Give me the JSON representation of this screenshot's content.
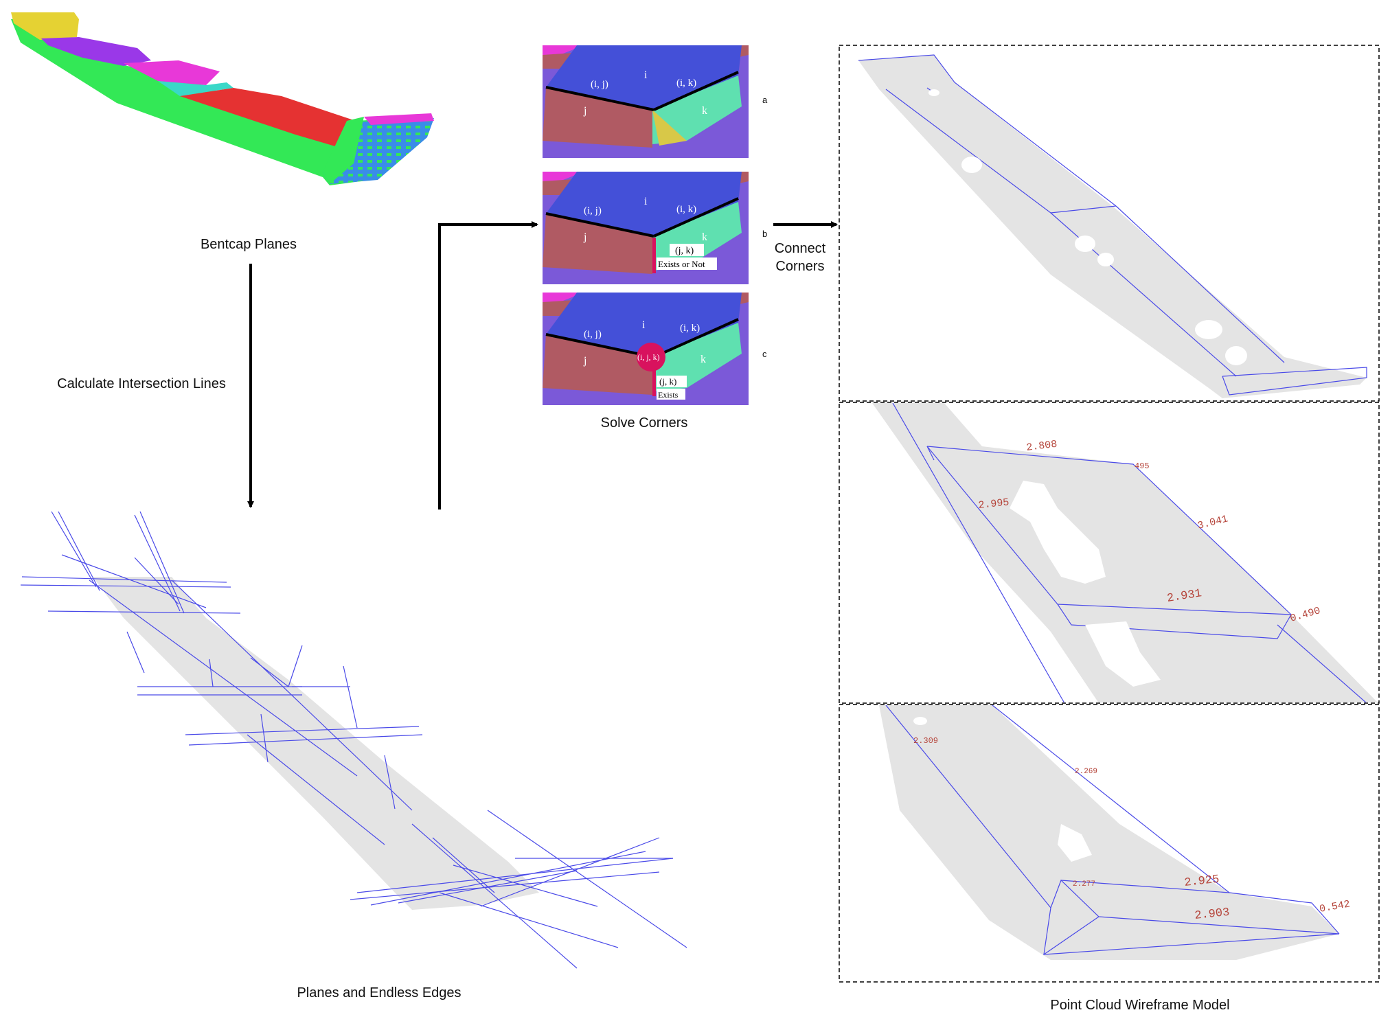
{
  "labels": {
    "bentcap_planes": "Bentcap Planes",
    "calc_intersection": "Calculate Intersection Lines",
    "planes_endless": "Planes and Endless Edges",
    "solve_corners": "Solve Corners",
    "connect_corners_1": "Connect",
    "connect_corners_2": "Corners",
    "wireframe_model": "Point Cloud Wireframe Model"
  },
  "corner_panels": {
    "a": {
      "tag": "a",
      "top": "i",
      "left": "j",
      "right": "k",
      "edge_ij": "(i, j)",
      "edge_ik": "(i, k)"
    },
    "b": {
      "tag": "b",
      "top": "i",
      "left": "j",
      "right": "k",
      "edge_ij": "(i, j)",
      "edge_ik": "(i, k)",
      "edge_jk": "(j, k)",
      "status": "Exists or Not"
    },
    "c": {
      "tag": "c",
      "top": "i",
      "left": "j",
      "right": "k",
      "edge_ij": "(i, j)",
      "edge_ik": "(i, k)",
      "edge_jk": "(j, k)",
      "status": "Exists",
      "corner": "(i, j, k)"
    }
  },
  "dimensions": {
    "mid": [
      "2.808",
      "2.995",
      "3.041",
      "2.931",
      "0.490",
      "495"
    ],
    "bottom": [
      "2.309",
      "2.269",
      "2.925",
      "2.903",
      "0.542",
      "2.277"
    ]
  },
  "colors": {
    "plane_grey": "#e4e4e4",
    "edge_blue": "#4a4ae8",
    "dim_red": "#b5443a",
    "green": "#33e856",
    "purple": "#9a38e8",
    "yellow": "#e5d233",
    "red": "#e53232",
    "blue": "#3a8ce8",
    "magenta": "#e838d8",
    "royal": "#4450d8",
    "corner_pink": "#d8125e"
  }
}
